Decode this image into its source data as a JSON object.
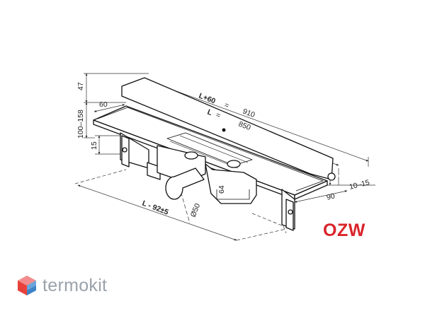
{
  "drawing": {
    "dimensions": {
      "height_47": "47",
      "height_100_158": "100–158",
      "width_60": "60",
      "l60_label": "L+60",
      "l60_eq": "=",
      "l60_value": "910",
      "l_label": "L",
      "l_eq": "=",
      "l_value": "850",
      "depth_15": "15",
      "pipe_64": "64",
      "pipe_d50": "Ø50",
      "l_minus_label": "L - 92±5",
      "frame_90": "90",
      "offset_10_15": "10–15"
    }
  },
  "model_code": "OZW",
  "brand": {
    "name": "termokit",
    "colors": {
      "red": "#e8413b",
      "blue": "#3d83c6",
      "pink": "#f28c8c",
      "lightblue": "#8fc1ea",
      "text": "#9aa2ab"
    }
  },
  "accent_color": "#d9252b"
}
